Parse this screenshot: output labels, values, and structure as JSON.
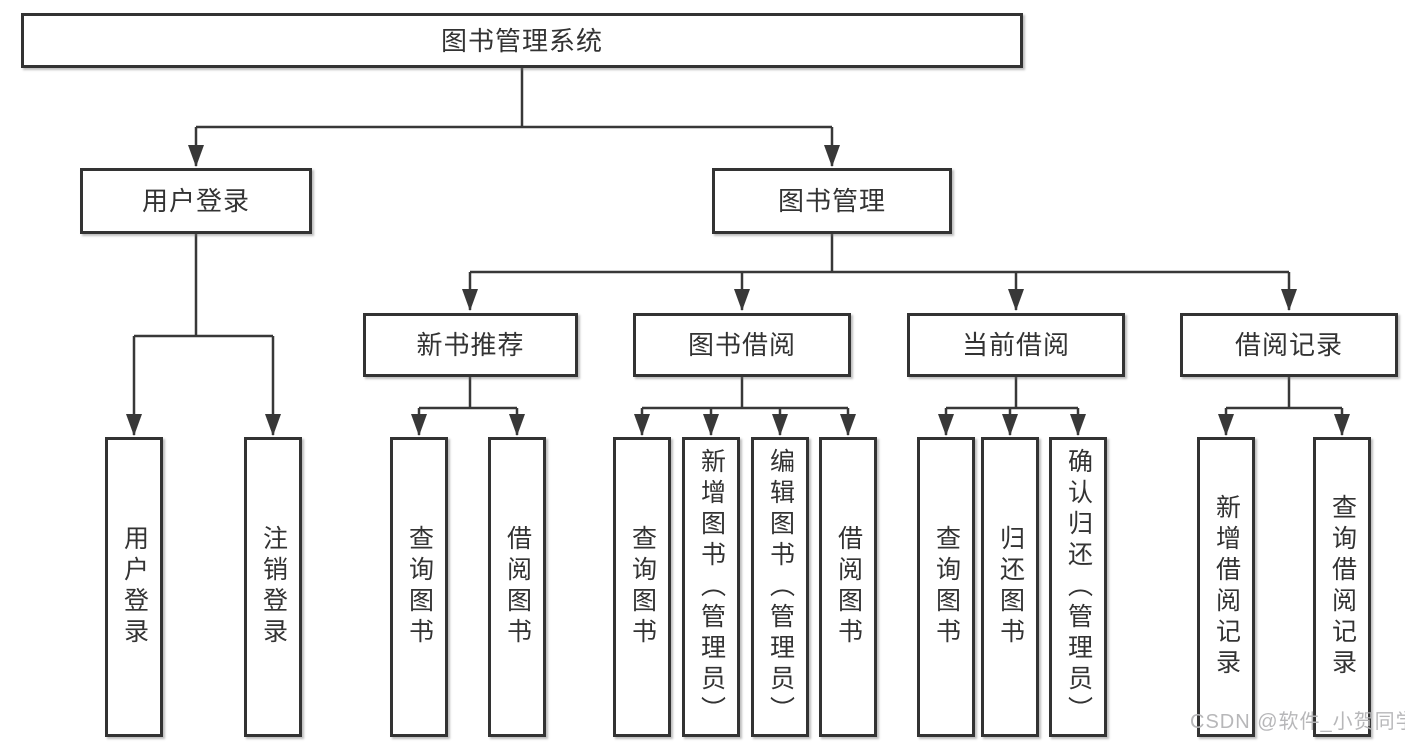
{
  "nodes": {
    "root": {
      "label": "图书管理系统"
    },
    "user_login": {
      "label": "用户登录"
    },
    "book_mgmt": {
      "label": "图书管理"
    },
    "new_book_rec": {
      "label": "新书推荐"
    },
    "book_borrow": {
      "label": "图书借阅"
    },
    "current_borrow": {
      "label": "当前借阅"
    },
    "borrow_record": {
      "label": "借阅记录"
    },
    "leaf_user_login": {
      "label": "用户登录"
    },
    "leaf_logout_login": {
      "label": "注销登录"
    },
    "leaf_rec_query_book": {
      "label": "查询图书"
    },
    "leaf_rec_borrow_book": {
      "label": "借阅图书"
    },
    "leaf_bb_query_book": {
      "label": "查询图书"
    },
    "leaf_bb_add_book": {
      "label": "新增图书（管理员）"
    },
    "leaf_bb_edit_book": {
      "label": "编辑图书（管理员）"
    },
    "leaf_bb_borrow_book": {
      "label": "借阅图书"
    },
    "leaf_cb_query_book": {
      "label": "查询图书"
    },
    "leaf_cb_return_book": {
      "label": "归还图书"
    },
    "leaf_cb_confirm_return": {
      "label": "确认归还（管理员）"
    },
    "leaf_br_add_record": {
      "label": "新增借阅记录"
    },
    "leaf_br_query_record": {
      "label": "查询借阅记录"
    }
  },
  "hierarchy": {
    "图书管理系统": {
      "用户登录": [
        "用户登录",
        "注销登录"
      ],
      "图书管理": {
        "新书推荐": [
          "查询图书",
          "借阅图书"
        ],
        "图书借阅": [
          "查询图书",
          "新增图书（管理员）",
          "编辑图书（管理员）",
          "借阅图书"
        ],
        "当前借阅": [
          "查询图书",
          "归还图书",
          "确认归还（管理员）"
        ],
        "借阅记录": [
          "新增借阅记录",
          "查询借阅记录"
        ]
      }
    }
  },
  "watermark": {
    "text": "CSDN @软件_小贺同学"
  },
  "colors": {
    "line": "#383838",
    "border": "#333333",
    "text": "#333333",
    "watermark": "#b4b4b6",
    "background": "#ffffff"
  }
}
